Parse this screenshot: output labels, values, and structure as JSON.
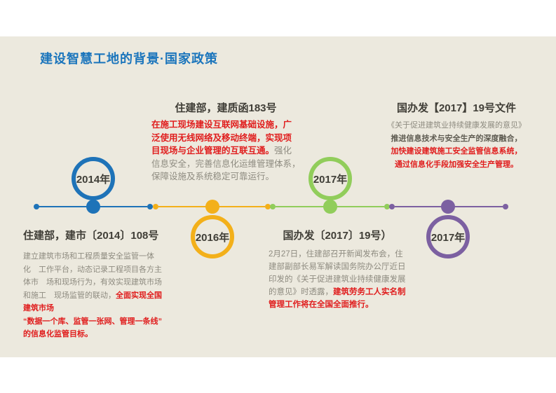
{
  "slide": {
    "title": "建设智慧工地的背景·国家政策"
  },
  "colors": {
    "background_band": "#ECE9DE",
    "title_blue": "#1B75BC",
    "timeline_blue": "#1E73B8",
    "timeline_yellow": "#F3B01A",
    "timeline_green": "#91CD5B",
    "timeline_purple": "#7C60A1",
    "red_text": "#E01D1D",
    "gray_text": "#8E8B80",
    "dark_text": "#403E37"
  },
  "timeline": {
    "milestones": [
      {
        "year": "2014年",
        "color": "blue",
        "position": "above"
      },
      {
        "year": "2016年",
        "color": "yellow",
        "position": "below"
      },
      {
        "year": "2017年",
        "color": "green",
        "position": "above"
      },
      {
        "year": "2017年",
        "color": "purple",
        "position": "below"
      }
    ]
  },
  "blocks": {
    "top_mid": {
      "title": "住建部，建质函183号",
      "red": "在施工现场建设互联网基础设施，广\n泛使用无线网络及移动终端，实现项\n目现场与企业管理的互联互通。",
      "gray": "强化\n信息安全，完善信息化运维管理体系，\n保障设施及系统稳定可靠运行。"
    },
    "top_right": {
      "title": "国办发【2017】19号文件",
      "gray": "《关于促进建筑业持续健康发展的意见》\n",
      "dark": "推进信息技术与安全生产的深度融合，\n",
      "red": "加快建设建筑施工安全监管信息系统，\n通过信息化手段加强安全生产管理。"
    },
    "bottom_left": {
      "title": "住建部，建市〔2014〕108号",
      "gray": "建立建筑市场和工程质量安全监管一体\n化　工作平台，动态记录工程项目各方主\n体市　场和现场行为，有效实现建筑市场\n和施工　现场监管的联动，",
      "red": "全面实现全国\n建筑市场\n“数据一个库、监管一张网、管理一条线”\n的信息化监管目标。"
    },
    "bottom_mid": {
      "title": "国办发〔2017〕19号）",
      "gray": "2月27日，住建部召开新闻发布会，住\n建部副部长易军解读国务院办公厅近日\n印发的《关于促进建筑业持续健康发展\n的意见》时透露，",
      "red": "建筑劳务工人实名制\n管理工作将在全国全面推行。"
    }
  }
}
